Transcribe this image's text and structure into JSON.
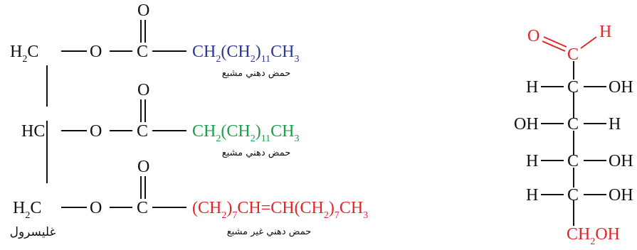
{
  "colors": {
    "black": "#111111",
    "saturated": "#2a3795",
    "saturated2": "#1aa04b",
    "unsaturated": "#e0262b",
    "aldehyde": "#e0262b"
  },
  "triglyceride": {
    "glycerol_label": "غليسرول",
    "rows": [
      {
        "carbon": [
          "H",
          "2",
          "C"
        ],
        "oxygen_link": "O",
        "carbonyl_o": "O",
        "carbonyl_c": "C",
        "chain": [
          "CH",
          "2",
          "(CH",
          "2",
          ")",
          "11",
          "CH",
          "3"
        ],
        "chain_color": "saturated",
        "caption": "حمض دهني مشبع"
      },
      {
        "carbon": [
          "HC"
        ],
        "oxygen_link": "O",
        "carbonyl_o": "O",
        "carbonyl_c": "C",
        "chain": [
          "CH",
          "2",
          "(CH",
          "2",
          ")",
          "11",
          "CH",
          "3"
        ],
        "chain_color": "saturated2",
        "caption": "حمض دهني مشبع"
      },
      {
        "carbon": [
          "H",
          "2",
          "C"
        ],
        "oxygen_link": "O",
        "carbonyl_o": "O",
        "carbonyl_c": "C",
        "chain": [
          "(CH",
          "2",
          ")",
          "7",
          "CH=CH(CH",
          "2",
          ")",
          "7",
          "CH",
          "3"
        ],
        "chain_color": "unsaturated",
        "caption": "حمض دهني غير مشبع"
      }
    ]
  },
  "glucose": {
    "aldehyde_o": "O",
    "aldehyde_c": "C",
    "aldehyde_h": "H",
    "rows": [
      {
        "left": "H",
        "center": "C",
        "right": "OH"
      },
      {
        "left": "OH",
        "center": "C",
        "right": "H"
      },
      {
        "left": "H",
        "center": "C",
        "right": "OH"
      },
      {
        "left": "H",
        "center": "C",
        "right": "OH"
      }
    ],
    "bottom": [
      "CH",
      "2",
      "OH"
    ]
  }
}
